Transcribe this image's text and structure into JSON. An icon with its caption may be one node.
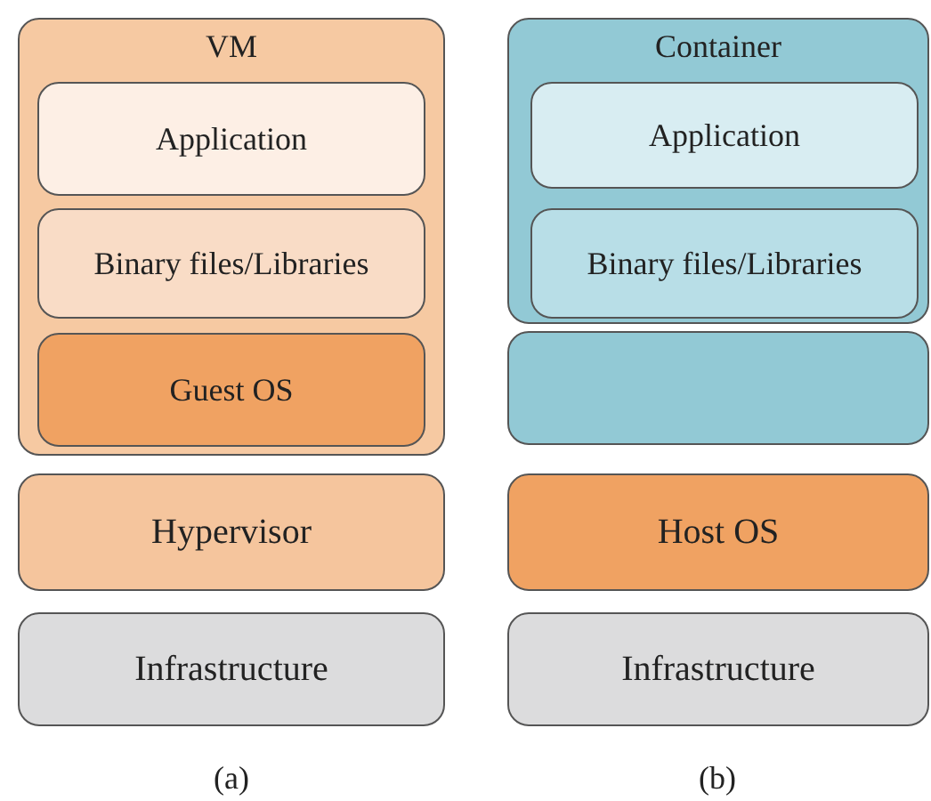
{
  "diagram": {
    "nodes": [
      {
        "text": [
          "VM"
        ]
      },
      {
        "text": [
          "Application"
        ],
        "in": 0
      },
      {
        "text": [
          "Binary files/Libraries"
        ],
        "in": 0
      },
      {
        "text": [
          "Guest OS"
        ],
        "in": 0
      },
      {
        "text": [
          "Hypervisor"
        ]
      },
      {
        "text": [
          "Infrastructure"
        ]
      },
      {
        "text": [
          "Container"
        ]
      },
      {
        "text": [
          "Application"
        ],
        "in": 6
      },
      {
        "text": [
          "Binary files/Libraries"
        ],
        "in": 6
      },
      {
        "text": [],
        "shape": "box"
      },
      {
        "text": [
          "Host OS"
        ]
      },
      {
        "text": [
          "Infrastructure"
        ]
      }
    ],
    "labels": [
      "(a)",
      "(b)"
    ]
  }
}
